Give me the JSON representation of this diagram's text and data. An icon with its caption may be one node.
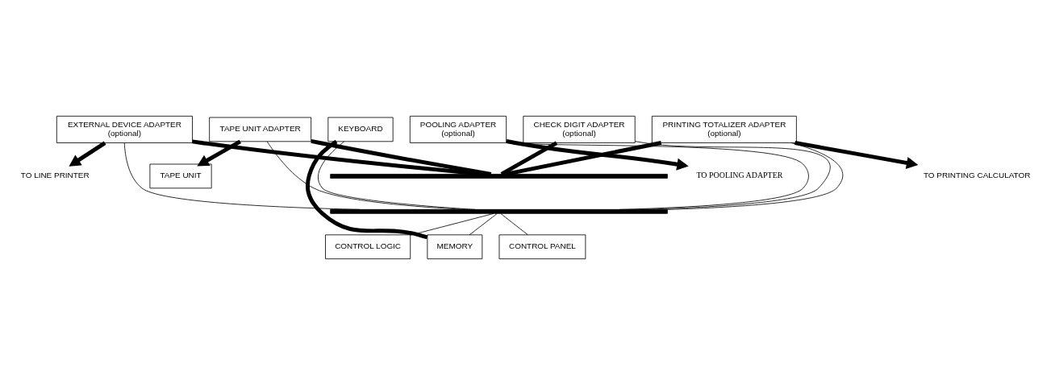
{
  "diagram": {
    "nodes": [
      {
        "text": [
          "TO LINE PRINTER"
        ]
      },
      {
        "text": [
          "TAPE UNIT"
        ]
      },
      {
        "text": [
          "TO POOLING ADAPTER"
        ]
      },
      {
        "text": [
          "TO PRINTING CALCULATOR"
        ]
      },
      {
        "text": [
          "EXTERNAL DEVICE ADAPTER",
          "(optional)"
        ]
      },
      {
        "text": [
          "TAPE UNIT ADAPTER"
        ]
      },
      {
        "text": [
          "POOLING ADAPTER",
          "(optional)"
        ]
      },
      {
        "text": [
          "CHECK DIGIT ADAPTER",
          "(optional)"
        ]
      },
      {
        "text": [
          "PRINTING TOTALIZER ADAPTER",
          "(optional)"
        ]
      },
      {
        "text": [
          "KEYBOARD"
        ]
      },
      {
        "text": [],
        "shape": "bar"
      },
      {
        "text": [],
        "shape": "bar"
      },
      {
        "text": [
          "CONTROL LOGIC"
        ]
      },
      {
        "text": [
          "MEMORY"
        ]
      },
      {
        "text": [
          "CONTROL PANEL"
        ]
      }
    ],
    "edges": [
      {
        "from": 4,
        "to": 0,
        "arrow": "to",
        "style": "thick"
      },
      {
        "from": 5,
        "to": 1,
        "arrow": "to",
        "style": "thick"
      },
      {
        "from": 6,
        "to": 2,
        "arrow": "to",
        "style": "thick"
      },
      {
        "from": 8,
        "to": 3,
        "arrow": "to",
        "style": "thick"
      },
      {
        "from": 4,
        "to": 10,
        "arrow": "none",
        "style": "thick"
      },
      {
        "from": 5,
        "to": 10,
        "arrow": "none",
        "style": "thick"
      },
      {
        "from": 9,
        "to": 13,
        "arrow": "none",
        "style": "thick"
      },
      {
        "from": 7,
        "to": 10,
        "arrow": "none",
        "style": "thick"
      },
      {
        "from": 8,
        "to": 10,
        "arrow": "none",
        "style": "thick"
      },
      {
        "from": 4,
        "to": 11,
        "arrow": "none"
      },
      {
        "from": 5,
        "to": 11,
        "arrow": "none"
      },
      {
        "from": 9,
        "to": 11,
        "arrow": "none"
      },
      {
        "from": 6,
        "to": 11,
        "arrow": "none"
      },
      {
        "from": 7,
        "to": 11,
        "arrow": "none"
      },
      {
        "from": 8,
        "to": 11,
        "arrow": "none"
      },
      {
        "from": 11,
        "to": 12,
        "arrow": "none"
      },
      {
        "from": 11,
        "to": 13,
        "arrow": "none"
      },
      {
        "from": 11,
        "to": 14,
        "arrow": "none"
      }
    ]
  }
}
